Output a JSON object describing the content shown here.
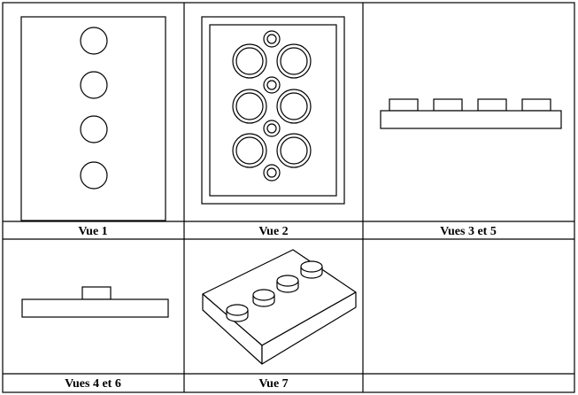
{
  "views": [
    {
      "id": "vue1",
      "caption": "Vue 1"
    },
    {
      "id": "vue2",
      "caption": "Vue 2"
    },
    {
      "id": "vues35",
      "caption": "Vues 3 et 5"
    },
    {
      "id": "vues46",
      "caption": "Vues 4 et 6"
    },
    {
      "id": "vue7",
      "caption": "Vue 7"
    },
    {
      "id": "empty",
      "caption": ""
    }
  ]
}
